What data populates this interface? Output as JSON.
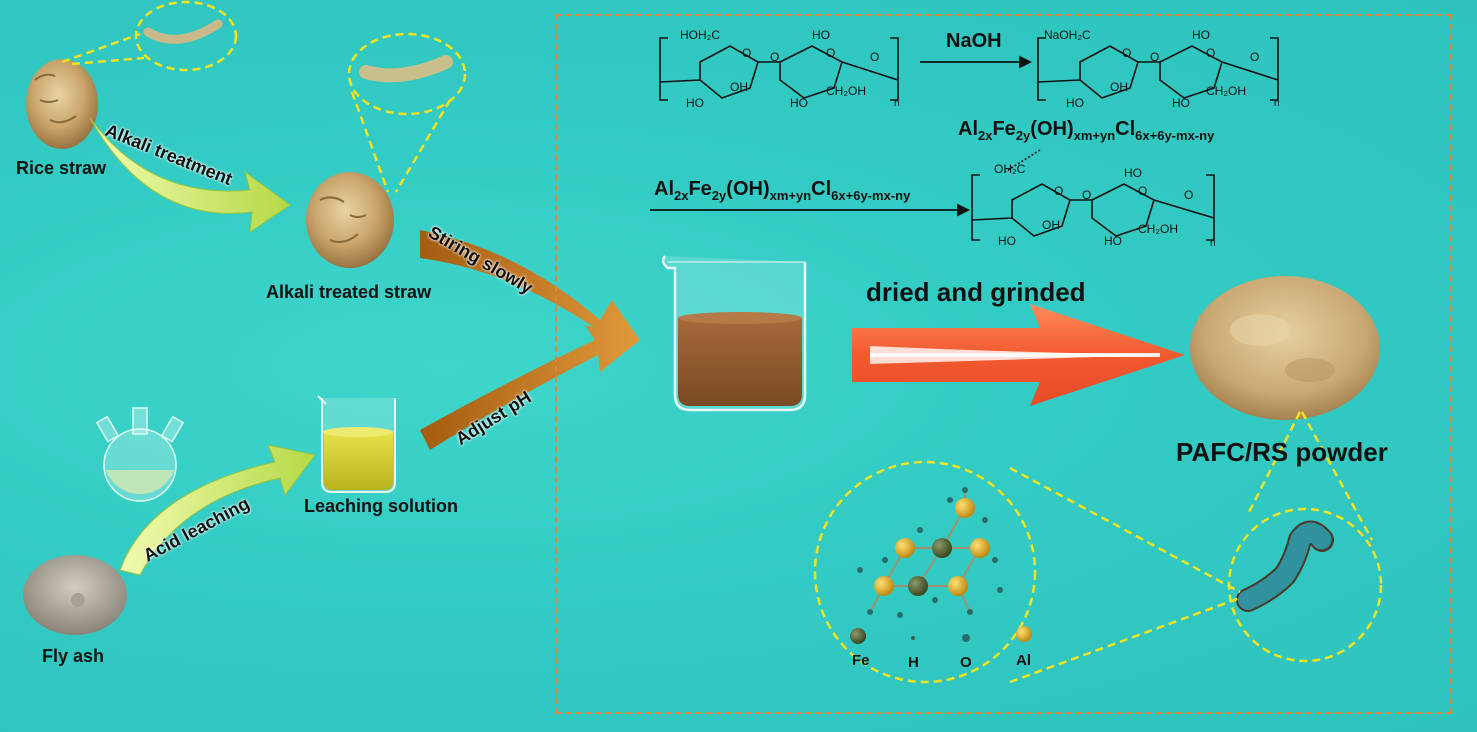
{
  "labels": {
    "rice_straw": "Rice straw",
    "alkali_treated": "Alkali treated straw",
    "leaching_solution": "Leaching solution",
    "fly_ash": "Fly ash",
    "alkali_treatment": "Alkali treatment",
    "acid_leaching": "Acid leaching",
    "stirring_slowly": "Stiring slowly",
    "adjust_ph": "Adjust pH",
    "dried_grinded": "dried and grinded",
    "product": "PAFC/RS powder"
  },
  "reaction": {
    "naoh": "NaOH",
    "reagent_prefix": "Al",
    "reagent_sub1": "2x",
    "reagent_fe": "Fe",
    "reagent_sub2": "2y",
    "reagent_oh": "(OH)",
    "reagent_sub3": "xm+yn",
    "reagent_cl": "Cl",
    "reagent_sub4": "6x+6y-mx-ny",
    "hoh2c": "HOH₂C",
    "naoh2c": "NaOH₂C",
    "oh2c": "OH₂C",
    "oh": "OH",
    "ho": "HO",
    "ch2oh": "CH₂OH",
    "o": "O",
    "n": "n"
  },
  "legend": {
    "fe": "Fe",
    "h": "H",
    "o": "O",
    "al": "Al"
  },
  "colors": {
    "background": "#33ccc4",
    "panel_border": "#d8893a",
    "dashed_yellow": "#f2e320",
    "green_arrow": "#cde85a",
    "brown_arrow": "#c87b1e",
    "orange_arrow": "#f26a3c",
    "fe_atom": "#5a6a3a",
    "al_atom": "#e0a820",
    "o_atom": "#2a6b6b",
    "h_atom": "#3a5a5a"
  }
}
